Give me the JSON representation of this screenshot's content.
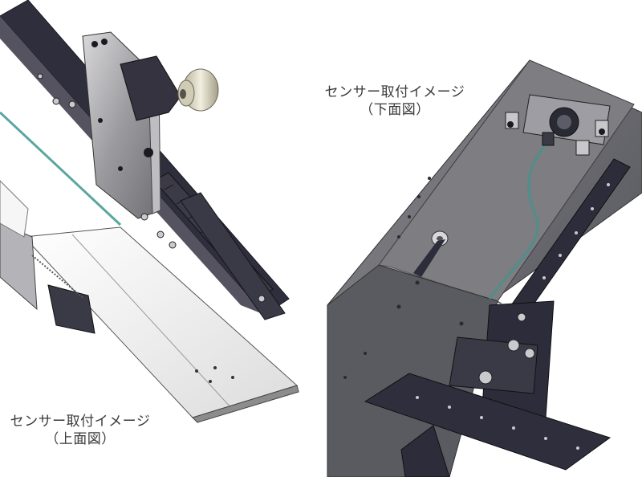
{
  "views": {
    "top": {
      "title": "センサー取付イメージ",
      "subtitle": "（上面図）"
    },
    "bottom": {
      "title": "センサー取付イメージ",
      "subtitle": "（下面図）"
    }
  },
  "colors": {
    "frame_dark": "#2d2c3a",
    "frame_mid": "#4a4958",
    "plate_gray": "#7a7a7e",
    "sheet_white": "#f4f4f4",
    "cable_teal": "#4f8f8a",
    "rail_teal": "#5aa6a0",
    "caption": "#3a3a3a"
  }
}
